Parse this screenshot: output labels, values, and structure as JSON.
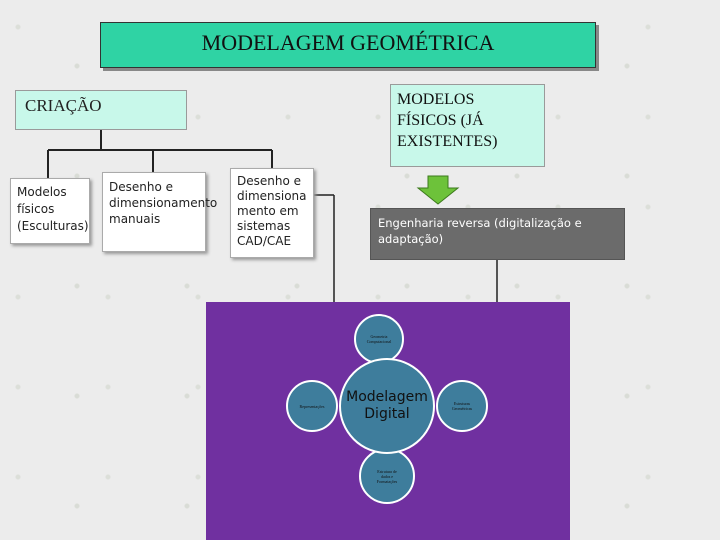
{
  "title": "MODELAGEM GEOMÉTRICA",
  "criacao": "CRIAÇÃO",
  "modelos_fisicos_existentes": [
    "MODELOS",
    "FÍSICOS (JÁ",
    "EXISTENTES)"
  ],
  "criacao_items": {
    "esculturas": [
      "Modelos",
      "físicos",
      "(Esculturas)"
    ],
    "manuais": [
      "Desenho e",
      "dimensionamento",
      "manuais"
    ],
    "cad": [
      "Desenho e",
      "dimensiona",
      "mento em",
      "sistemas",
      "CAD/CAE"
    ]
  },
  "engenharia_reversa": [
    "Engenharia reversa (digitalização e",
    "adaptação)"
  ],
  "cycle": {
    "center": [
      "Modelagem",
      "Digital"
    ],
    "top": [
      "Geometria",
      "Computacional"
    ],
    "left": [
      "Representações"
    ],
    "right": [
      "Estruturas",
      "Geométricas"
    ],
    "bottom": [
      "Estrutura de",
      "dados e",
      "Formatações"
    ]
  },
  "colors": {
    "title_bg": "#2fd3a4",
    "light_box_bg": "#c8f8ea",
    "arrow_green": "#6dc23a",
    "reversa_bg": "#6b6b6b",
    "panel_bg": "#7030a0",
    "circle_bg": "#3e7d9c"
  }
}
